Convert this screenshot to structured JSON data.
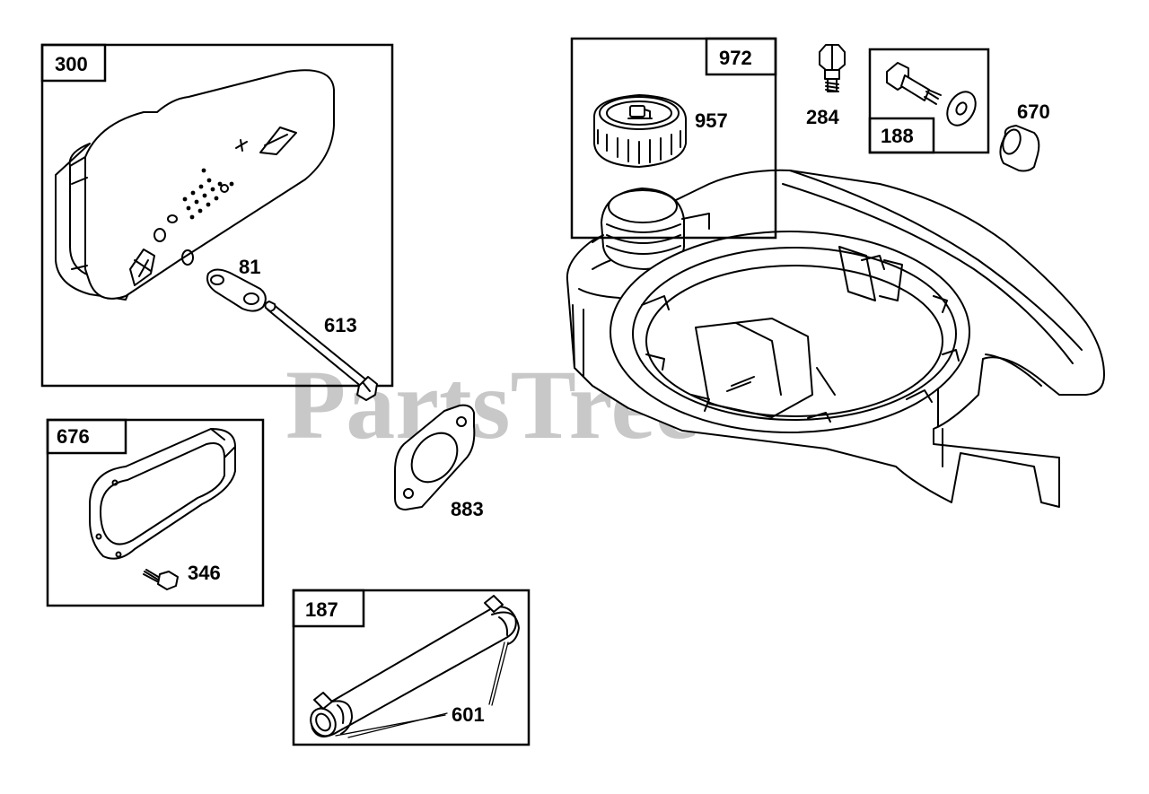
{
  "watermark": {
    "text": "PartsTree",
    "trademark": "TM"
  },
  "kits": {
    "k300": "300",
    "k676": "676",
    "k187": "187",
    "k972": "972",
    "k188": "188"
  },
  "parts": {
    "p81": "81",
    "p613": "613",
    "p346": "346",
    "p883": "883",
    "p601": "601",
    "p957": "957",
    "p284": "284",
    "p670": "670"
  }
}
